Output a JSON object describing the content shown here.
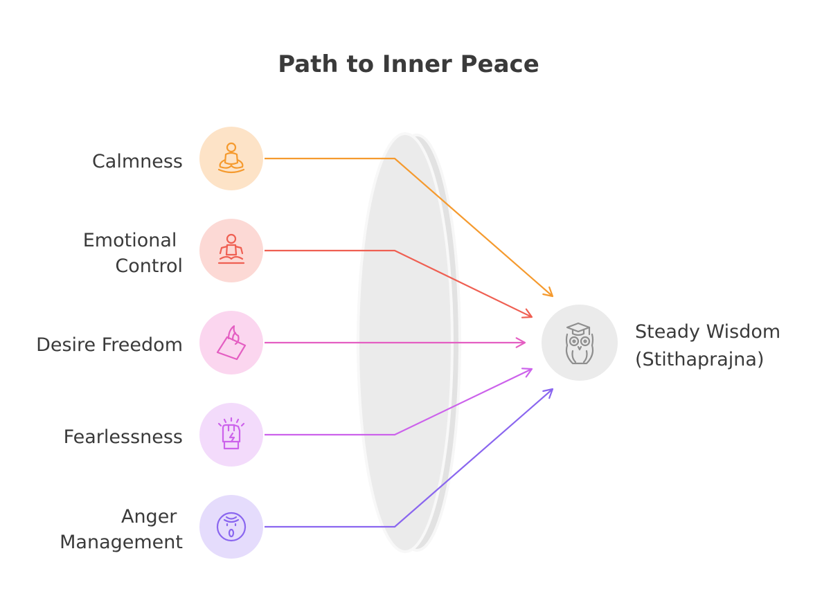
{
  "title": "Path to Inner Peace",
  "inputs": [
    {
      "label_lines": [
        "Calmness"
      ],
      "color": "#f59a2e",
      "bg": "#fde3c7",
      "icon": "meditation-icon"
    },
    {
      "label_lines": [
        "Emotional",
        "Control"
      ],
      "color": "#ef5f52",
      "bg": "#fcd9d5",
      "icon": "yoga-pose-icon"
    },
    {
      "label_lines": [
        "Desire Freedom"
      ],
      "color": "#e45ec2",
      "bg": "#fbd6ef",
      "icon": "burning-paper-icon"
    },
    {
      "label_lines": [
        "Fearlessness"
      ],
      "color": "#cc62eb",
      "bg": "#f3dbfb",
      "icon": "raised-fist-icon"
    },
    {
      "label_lines": [
        "Anger",
        "Management"
      ],
      "color": "#8a66ef",
      "bg": "#e5dcfc",
      "icon": "angry-face-icon"
    }
  ],
  "output": {
    "label_lines": [
      "Steady Wisdom",
      "(Stithaprajna)"
    ],
    "color": "#8e8e8e",
    "bg": "#ebebeb",
    "icon": "owl-graduate-icon"
  },
  "lens_color": "#e8e8e8"
}
